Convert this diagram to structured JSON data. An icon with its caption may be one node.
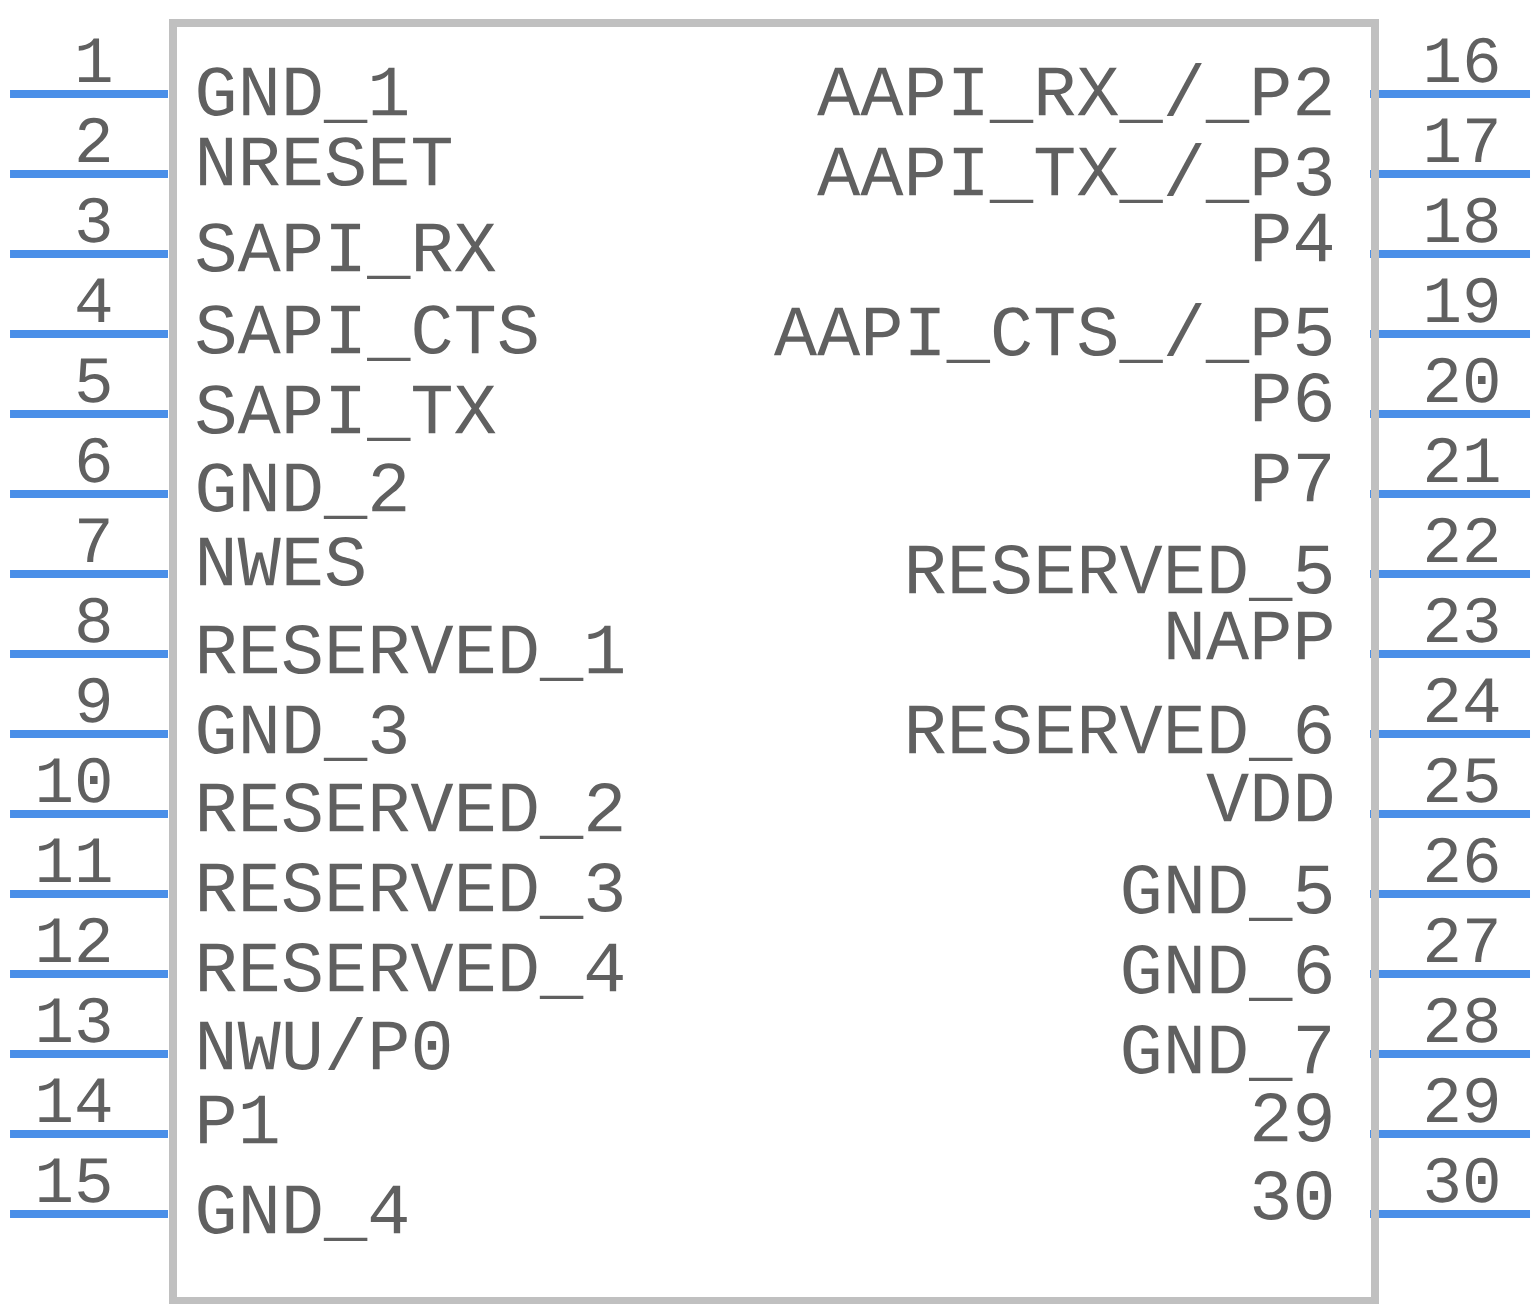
{
  "diagram": {
    "nodes": [
      {
        "text": [
          "GND_1",
          "NRESET",
          "SAPI_RX",
          "SAPI_CTS",
          "SAPI_TX",
          "GND_2",
          "NWES",
          "RESERVED_1",
          "GND_3",
          "RESERVED_2",
          "RESERVED_3",
          "RESERVED_4",
          "NWU/P0",
          "P1",
          "GND_4",
          "AAPI_RX_/_P2",
          "AAPI_TX_/_P3",
          "P4",
          "AAPI_CTS_/_P5",
          "P6",
          "P7",
          "RESERVED_5",
          "NAPP",
          "RESERVED_6",
          "VDD",
          "GND_5",
          "GND_6",
          "GND_7",
          "29",
          "30"
        ],
        "beside": [
          "1",
          "2",
          "3",
          "4",
          "5",
          "6",
          "7",
          "8",
          "9",
          "10",
          "11",
          "12",
          "13",
          "14",
          "15",
          "16",
          "17",
          "18",
          "19",
          "20",
          "21",
          "22",
          "23",
          "24",
          "25",
          "26",
          "27",
          "28",
          "29",
          "30"
        ]
      }
    ]
  }
}
